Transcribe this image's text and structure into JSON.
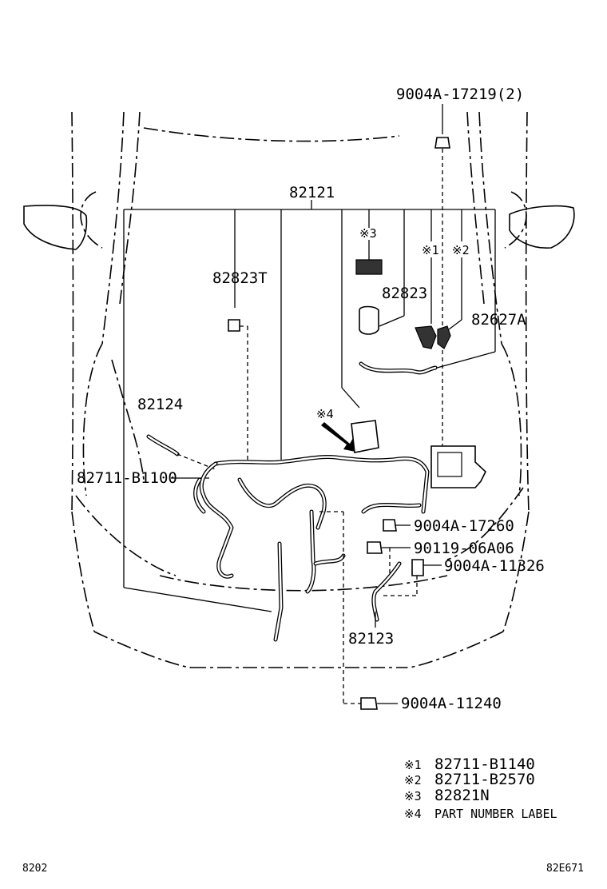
{
  "labels": {
    "top_clip": "9004A-17219(2)",
    "main_harness": "82121",
    "p82823T": "82823T",
    "mark3": "※3",
    "mark1": "※1",
    "mark2": "※2",
    "p82823": "82823",
    "p82627A": "82627A",
    "p82124": "82124",
    "mark4": "※4",
    "p82711_B1100": "82711-B1100",
    "p9004A_17260": "9004A-17260",
    "p90119_06A06": "90119-06A06",
    "p9004A_11326": "9004A-11326",
    "p82123": "82123",
    "p9004A_11240": "9004A-11240"
  },
  "legend": [
    {
      "mark": "※1",
      "text": "82711-B1140"
    },
    {
      "mark": "※2",
      "text": "82711-B2570"
    },
    {
      "mark": "※3",
      "text": "82821N"
    },
    {
      "mark": "※4",
      "text": "PART NUMBER LABEL"
    }
  ],
  "footer": {
    "left": "8202",
    "right": "82E671"
  }
}
